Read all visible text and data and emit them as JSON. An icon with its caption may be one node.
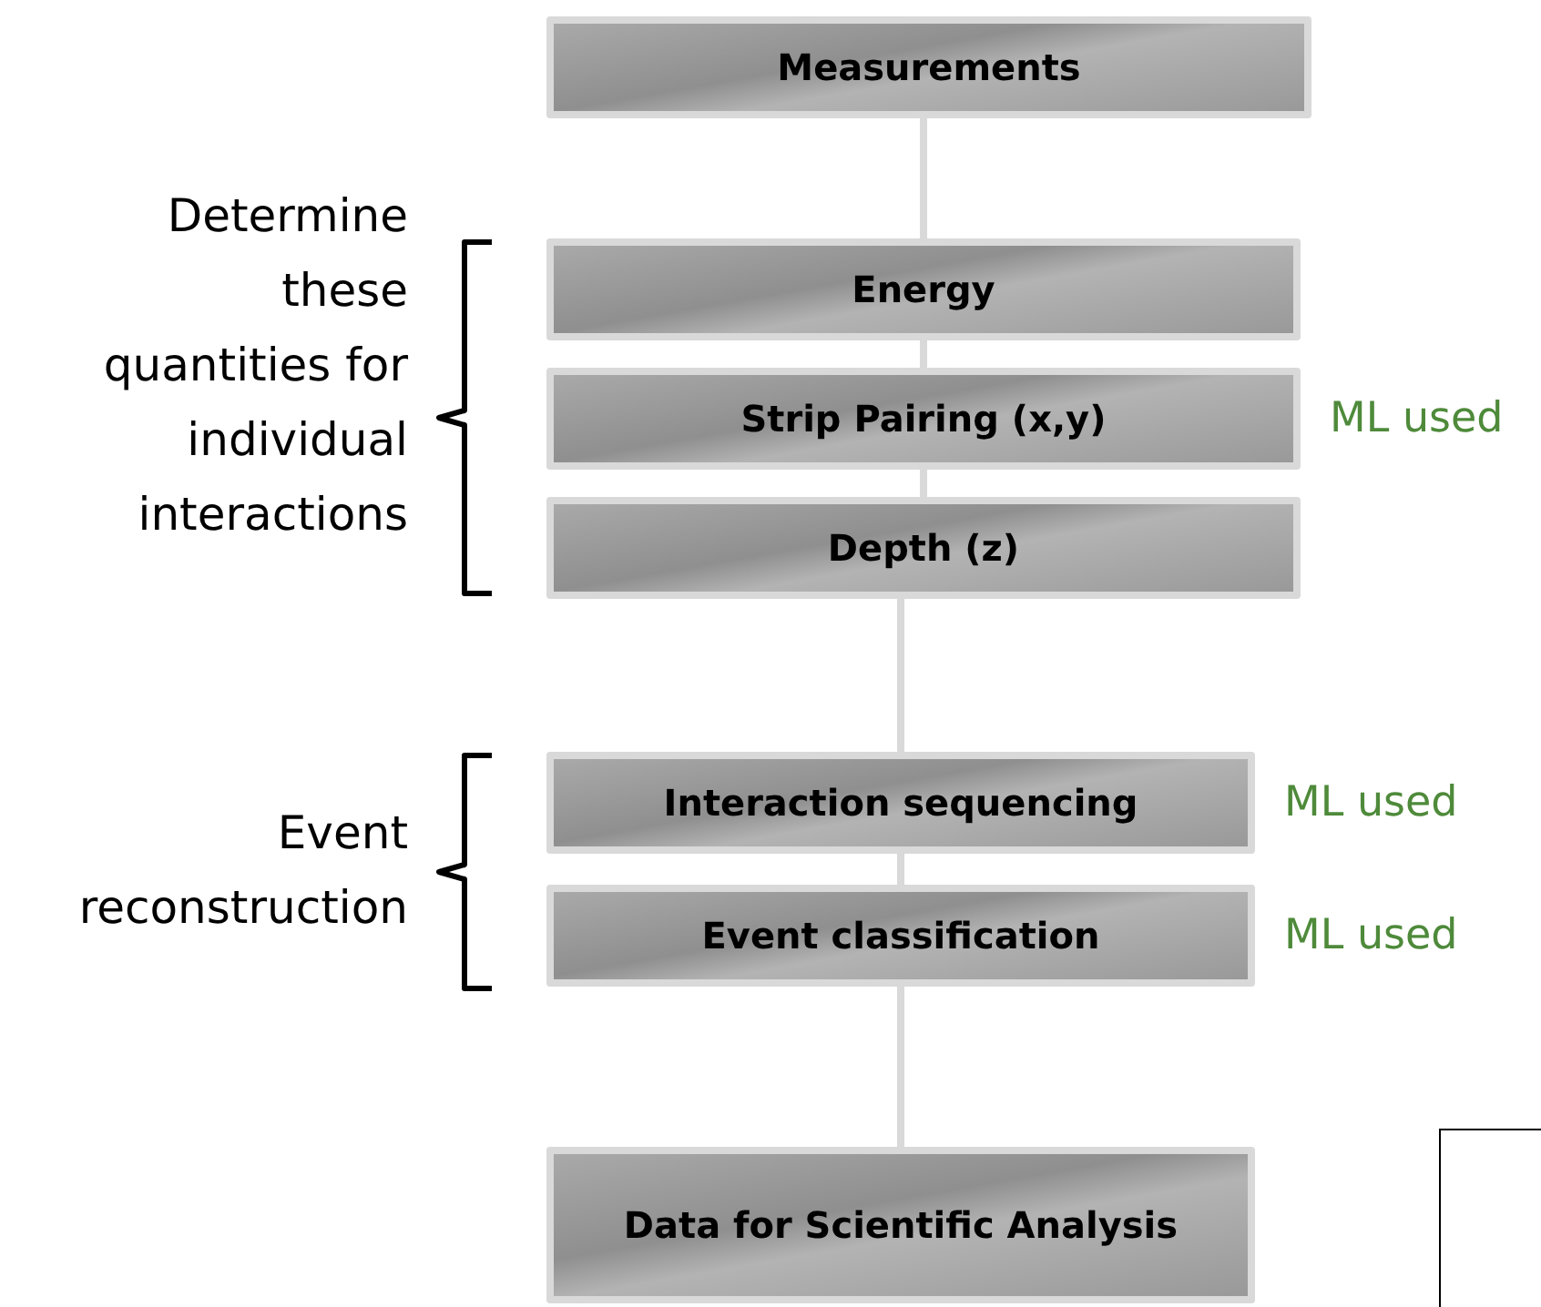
{
  "diagram": {
    "nodes": [
      {
        "text": [
          "Measurements"
        ]
      },
      {
        "text": [
          "Energy"
        ]
      },
      {
        "text": [
          "Strip Pairing (x,y)"
        ],
        "beside": [
          "ML used"
        ]
      },
      {
        "text": [
          "Depth (z)"
        ]
      },
      {
        "text": [
          "Interaction sequencing"
        ],
        "beside": [
          "ML used"
        ]
      },
      {
        "text": [
          "Event classification"
        ],
        "beside": [
          "ML used"
        ]
      },
      {
        "text": [
          "Data for Scientific Analysis"
        ]
      }
    ],
    "edges": [
      {
        "from": 0,
        "to": 1,
        "arrow": "none"
      },
      {
        "from": 1,
        "to": 2,
        "arrow": "none"
      },
      {
        "from": 2,
        "to": 3,
        "arrow": "none"
      },
      {
        "from": 3,
        "to": 4,
        "arrow": "none"
      },
      {
        "from": 4,
        "to": 5,
        "arrow": "none"
      },
      {
        "from": 5,
        "to": 6,
        "arrow": "none"
      }
    ],
    "labels": [
      "Determine these quantities for individual interactions",
      "Event reconstruction"
    ]
  }
}
